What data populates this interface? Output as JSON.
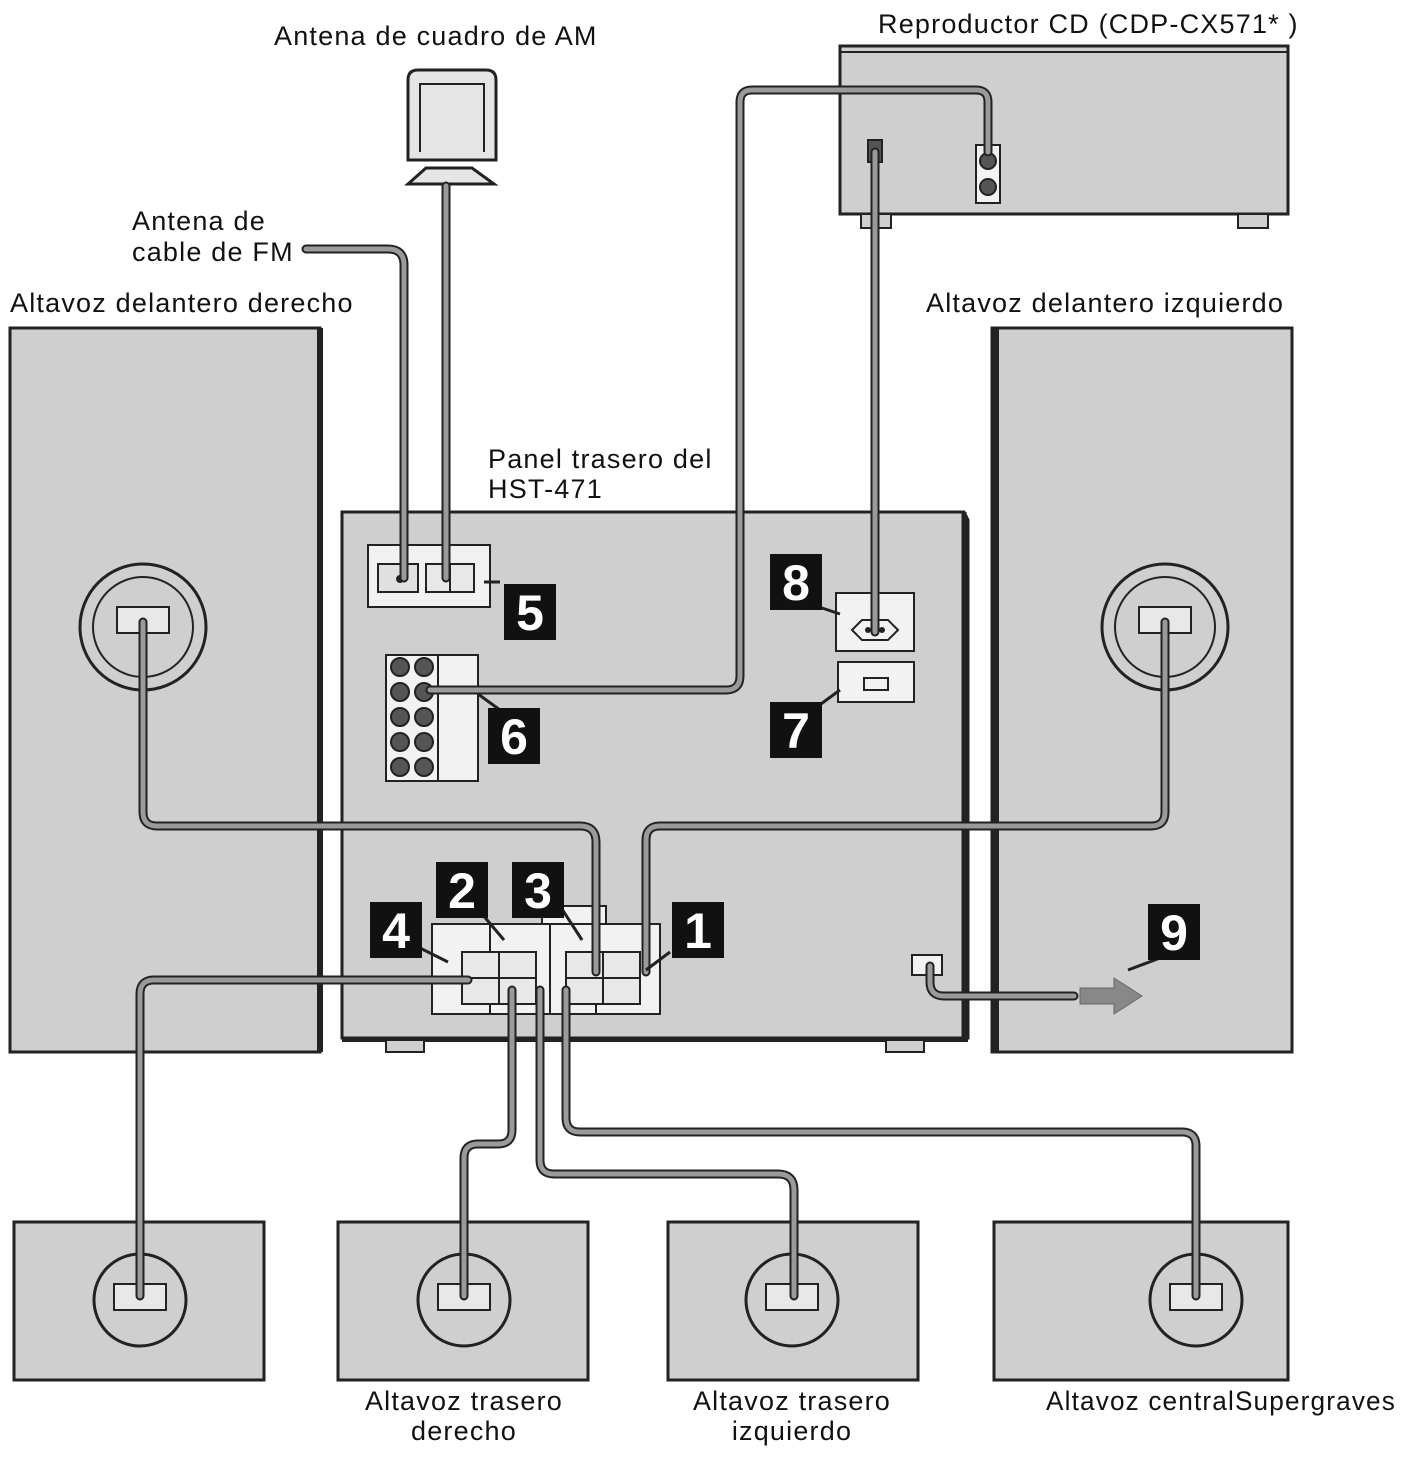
{
  "labels": {
    "am_antenna": "Antena de cuadro de AM",
    "cd_player": "Reproductor CD (CDP-CX571* )",
    "fm_antenna_line1": "Antena de",
    "fm_antenna_line2": "cable de FM",
    "front_right": "Altavoz delantero derecho",
    "front_left": "Altavoz delantero izquierdo",
    "panel_line1": "Panel trasero del",
    "panel_line2": "HST-471",
    "rear_right_line1": "Altavoz trasero",
    "rear_right_line2": "derecho",
    "rear_left_line1": "Altavoz trasero",
    "rear_left_line2": "izquierdo",
    "center_sub": "Altavoz centralSupergraves"
  },
  "callouts": [
    "1",
    "2",
    "3",
    "4",
    "5",
    "6",
    "7",
    "8",
    "9"
  ],
  "colors": {
    "panel_fill": "#cfcfcf",
    "callout_fill": "#111111",
    "cable_outline": "#222222",
    "cable_core": "#9a9a9a"
  }
}
